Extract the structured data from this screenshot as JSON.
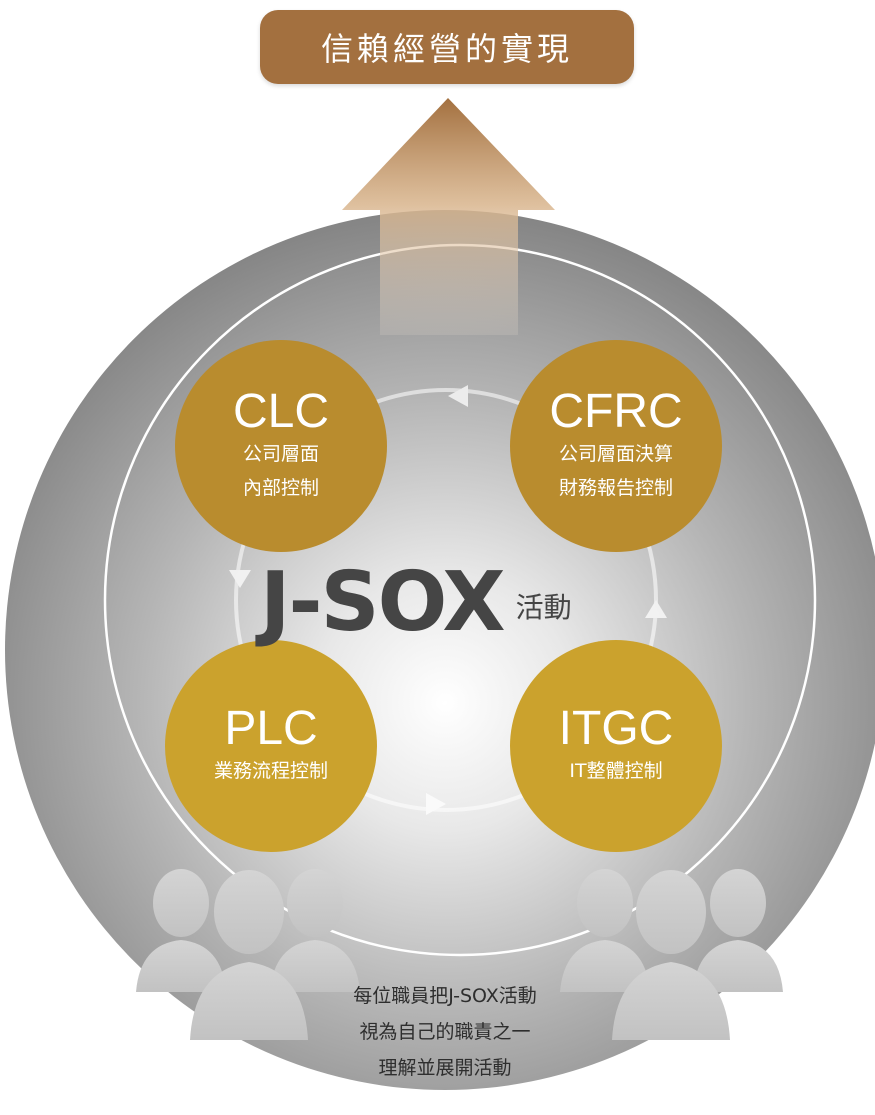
{
  "banner": {
    "text": "信賴經營的實現"
  },
  "center": {
    "main": "J-SOX",
    "sub": "活動"
  },
  "nodes": {
    "clc": {
      "abbr": "CLC",
      "line1": "公司層面",
      "line2": "內部控制"
    },
    "cfrc": {
      "abbr": "CFRC",
      "line1": "公司層面決算",
      "line2": "財務報告控制"
    },
    "plc": {
      "abbr": "PLC",
      "line1": "業務流程控制"
    },
    "itgc": {
      "abbr": "ITGC",
      "line1": "IT整體控制"
    }
  },
  "note": {
    "line1": "每位職員把J-SOX活動",
    "line2": "視為自己的職責之一",
    "line3": "理解並展開活動"
  },
  "colors": {
    "banner": "#a3703f",
    "top_nodes": "#b98c2e",
    "bottom_nodes": "#cba22d",
    "sphere_dark": "#8a8a8a",
    "sphere_light": "#ffffff",
    "people": "#cfcfcf",
    "text_dark": "#454545"
  },
  "icons": {
    "arrow": "up-arrow-icon",
    "cycle": "cycle-arrows-icon",
    "people_left": "people-group-icon",
    "people_right": "people-group-icon"
  }
}
